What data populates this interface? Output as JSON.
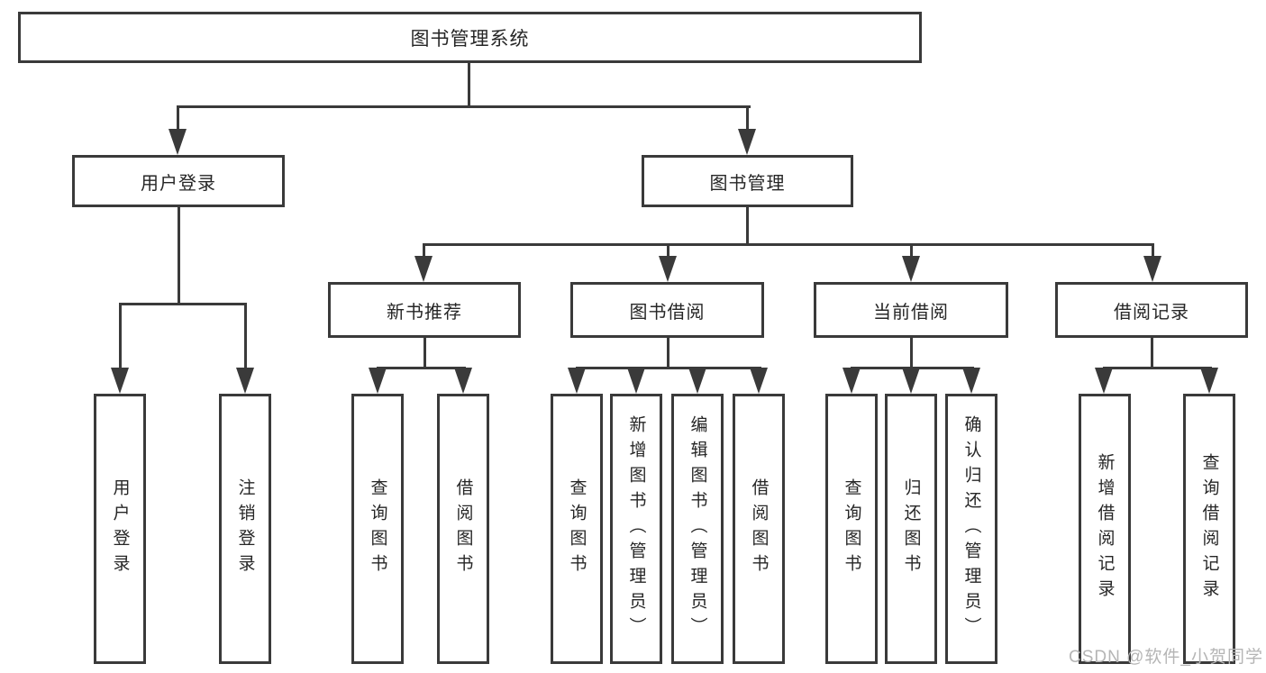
{
  "tree": {
    "root": "图书管理系统",
    "branches": [
      {
        "label": "用户登录",
        "children": [
          {
            "label": "用户登录"
          },
          {
            "label": "注销登录"
          }
        ]
      },
      {
        "label": "图书管理",
        "children": [
          {
            "label": "新书推荐",
            "children": [
              {
                "label": "查询图书"
              },
              {
                "label": "借阅图书"
              }
            ]
          },
          {
            "label": "图书借阅",
            "children": [
              {
                "label": "查询图书"
              },
              {
                "label": "新增图书（管理员）"
              },
              {
                "label": "编辑图书（管理员）"
              },
              {
                "label": "借阅图书"
              }
            ]
          },
          {
            "label": "当前借阅",
            "children": [
              {
                "label": "查询图书"
              },
              {
                "label": "归还图书"
              },
              {
                "label": "确认归还（管理员）"
              }
            ]
          },
          {
            "label": "借阅记录",
            "children": [
              {
                "label": "新增借阅记录"
              },
              {
                "label": "查询借阅记录"
              }
            ]
          }
        ]
      }
    ]
  },
  "watermark": {
    "text": "CSDN @软件_小贺同学"
  },
  "colors": {
    "line": "#3a3a3a",
    "box_border": "#3a3a3a",
    "text": "#262626",
    "watermark_text": "#b5b5b5",
    "background": "#ffffff"
  }
}
